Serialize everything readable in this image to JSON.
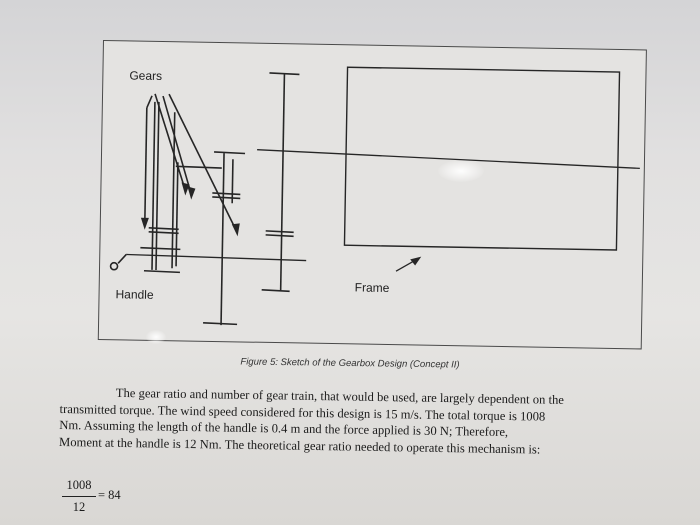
{
  "figure": {
    "labels": {
      "gears": "Gears",
      "handle": "Handle",
      "frame": "Frame"
    },
    "caption": "Figure 5: Sketch of the Gearbox Design (Concept II)"
  },
  "body": {
    "lines": [
      "The gear ratio and number of gear train, that would be used, are largely dependent on the",
      "transmitted torque. The wind speed considered for this design is 15 m/s. The total torque is 1008",
      "Nm. Assuming the length of the handle is 0.4 m and the force applied is 30 N; Therefore,",
      "Moment at the handle is 12 Nm. The theoretical gear ratio needed to operate this mechanism is:"
    ]
  },
  "equation": {
    "numerator": "1008",
    "denominator": "12",
    "result": "= 84"
  }
}
